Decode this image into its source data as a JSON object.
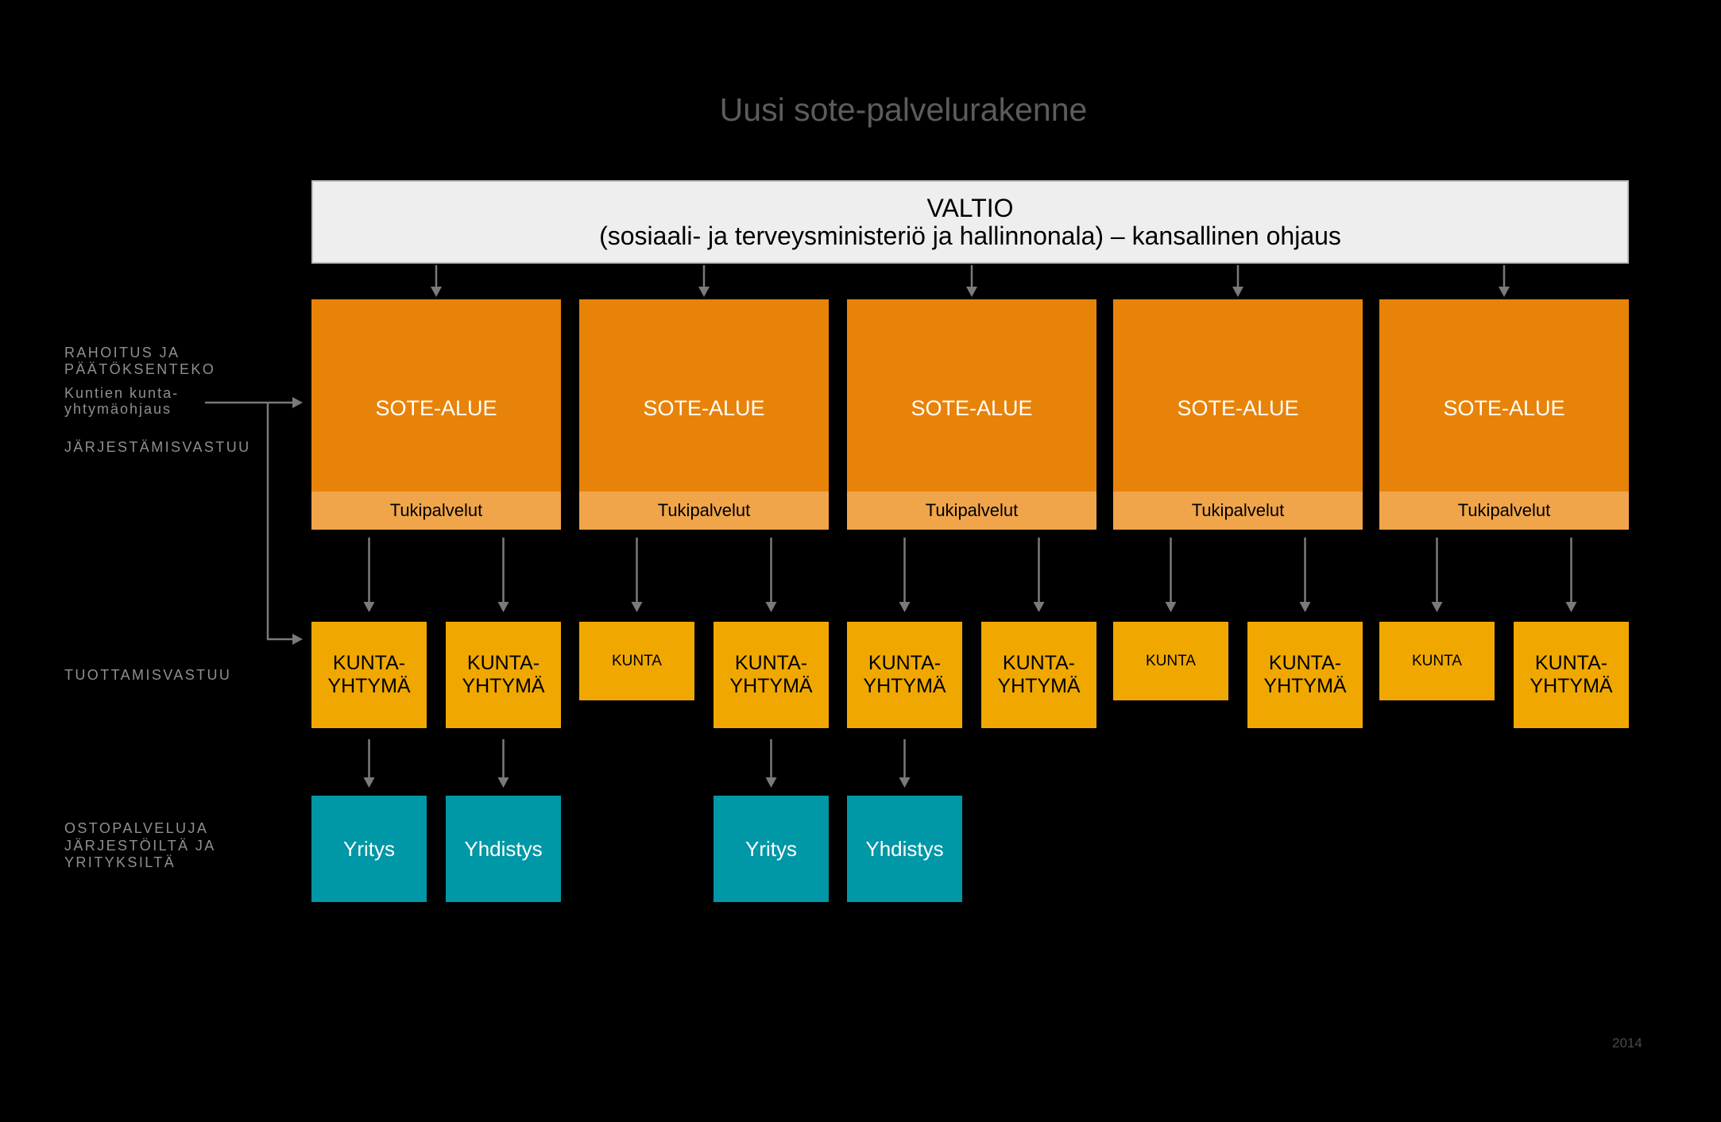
{
  "title": "Uusi sote-palvelurakenne",
  "state": {
    "label": "VALTIO",
    "subtitle": "(sosiaali- ja terveysministeriö ja hallinnonala) – kansallinen ohjaus"
  },
  "side_labels": {
    "funding": [
      "RAHOITUS JA",
      "PÄÄTÖKSENTEKO"
    ],
    "municipal_steering": [
      "Kuntien kunta-",
      "yhtymäohjaus"
    ],
    "organizing_responsibility": "JÄRJESTÄMISVASTUU",
    "production_responsibility": "TUOTTAMISVASTUU",
    "purchased_services": [
      "OSTOPALVELUJA",
      "JÄRJESTÖILTÄ JA",
      "YRITYKSILTÄ"
    ]
  },
  "regions": [
    {
      "label": "SOTE-ALUE",
      "support": "Tukipalvelut",
      "producers": [
        {
          "lines": [
            "KUNTA-",
            "YHTYMÄ"
          ],
          "purchase": "Yritys"
        },
        {
          "lines": [
            "KUNTA-",
            "YHTYMÄ"
          ],
          "purchase": "Yhdistys"
        }
      ]
    },
    {
      "label": "SOTE-ALUE",
      "support": "Tukipalvelut",
      "producers": [
        {
          "lines": [
            "KUNTA"
          ]
        },
        {
          "lines": [
            "KUNTA-",
            "YHTYMÄ"
          ],
          "purchase": "Yritys"
        }
      ]
    },
    {
      "label": "SOTE-ALUE",
      "support": "Tukipalvelut",
      "producers": [
        {
          "lines": [
            "KUNTA-",
            "YHTYMÄ"
          ],
          "purchase": "Yhdistys"
        },
        {
          "lines": [
            "KUNTA-",
            "YHTYMÄ"
          ]
        }
      ]
    },
    {
      "label": "SOTE-ALUE",
      "support": "Tukipalvelut",
      "producers": [
        {
          "lines": [
            "KUNTA"
          ]
        },
        {
          "lines": [
            "KUNTA-",
            "YHTYMÄ"
          ]
        }
      ]
    },
    {
      "label": "SOTE-ALUE",
      "support": "Tukipalvelut",
      "producers": [
        {
          "lines": [
            "KUNTA"
          ]
        },
        {
          "lines": [
            "KUNTA-",
            "YHTYMÄ"
          ]
        }
      ]
    }
  ],
  "year": "2014",
  "colors": {
    "background": "#000000",
    "title": "#5c5c5c",
    "state": "#eeeeee",
    "state_border": "#bdbdbd",
    "region": "#e8830a",
    "support": "#f0a54a",
    "producer": "#f0a800",
    "purchase": "#0097a7",
    "connector": "#7a7a7a",
    "side_label": "#8f8f8f",
    "year": "#4a4a4a"
  }
}
